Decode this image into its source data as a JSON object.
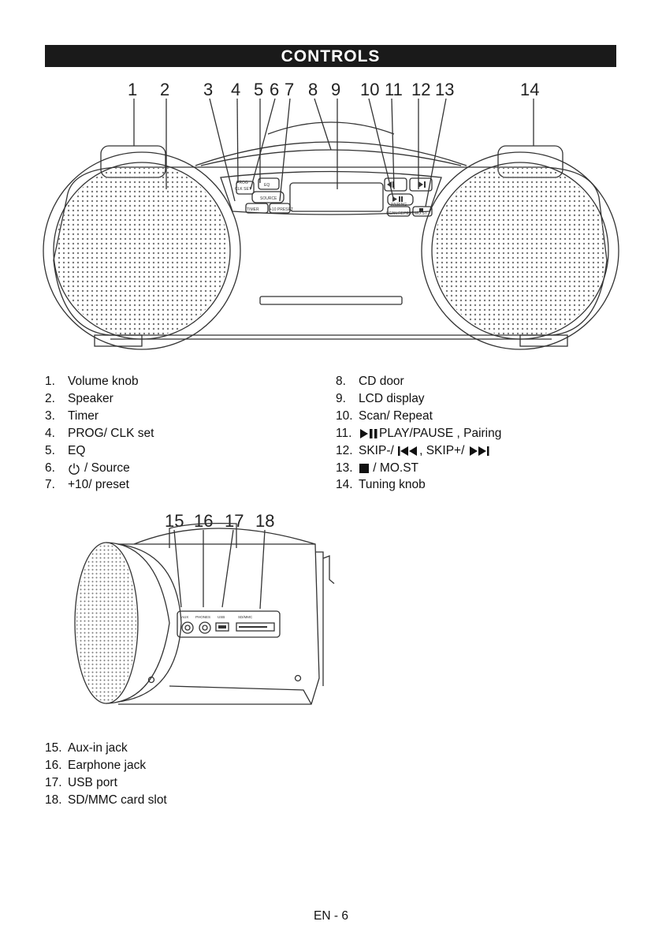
{
  "header": {
    "title": "CONTROLS"
  },
  "figure1": {
    "callouts": [
      "1",
      "2",
      "3",
      "4",
      "5",
      "6",
      "7",
      "8",
      "9",
      "10",
      "11",
      "12",
      "13",
      "14"
    ],
    "panel_labels": {
      "prog": "PROG",
      "clk_set": "CLK SET",
      "eq": "EQ",
      "source": "SOURCE",
      "timer": "TIMER",
      "preset": "+10 PRESET",
      "pairing": "PAIRING",
      "scan_repeat": "SCAN REPEAT",
      "mo_st": "MO.ST"
    }
  },
  "list1": {
    "left": [
      {
        "num": "1.",
        "text": "Volume knob"
      },
      {
        "num": "2.",
        "text": "Speaker"
      },
      {
        "num": "3.",
        "text": "Timer"
      },
      {
        "num": "4.",
        "text": "PROG/ CLK set"
      },
      {
        "num": "5.",
        "text": "EQ"
      },
      {
        "num": "6.",
        "text": "/ Source"
      },
      {
        "num": "7.",
        "text": "+10/ preset"
      }
    ],
    "right": [
      {
        "num": "8.",
        "text": "CD door"
      },
      {
        "num": "9.",
        "text": "LCD display"
      },
      {
        "num": "10.",
        "text": "Scan/ Repeat"
      },
      {
        "num": "11.",
        "text": " PLAY/PAUSE , Pairing"
      },
      {
        "num": "12.",
        "text_a": "SKIP-/ ",
        "text_b": ", SKIP+/ "
      },
      {
        "num": "13.",
        "text": " / MO.ST"
      },
      {
        "num": "14.",
        "text": "Tuning knob"
      }
    ]
  },
  "figure2": {
    "callouts": [
      "15",
      "16",
      "17",
      "18"
    ],
    "port_labels": {
      "aux": "AUX",
      "phones": "PHONES",
      "usb": "USB",
      "sd": "SD/MMC"
    }
  },
  "list2": [
    {
      "num": "15.",
      "text": "Aux-in jack"
    },
    {
      "num": "16.",
      "text": "Earphone jack"
    },
    {
      "num": "17.",
      "text": "USB port"
    },
    {
      "num": "18.",
      "text": "SD/MMC card slot"
    }
  ],
  "footer": {
    "page": "EN - 6"
  }
}
